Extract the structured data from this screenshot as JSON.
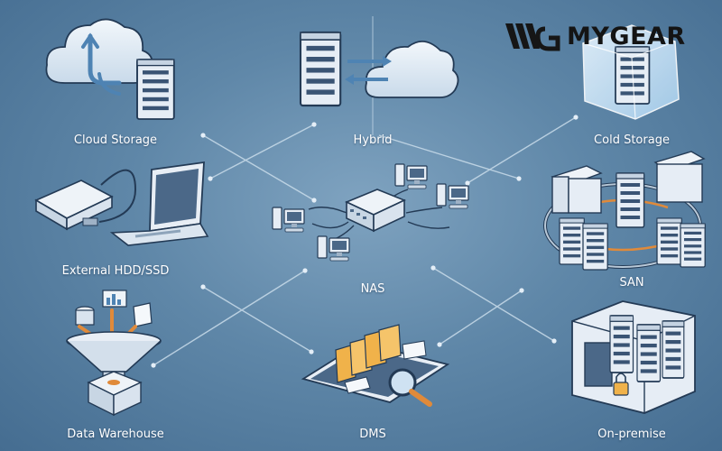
{
  "brand": {
    "name": "MYGEAR",
    "logo_icon": "wg-logo-icon"
  },
  "nodes": [
    {
      "id": "cloud-storage",
      "label": "Cloud Storage",
      "icon": "cloud-server-icon"
    },
    {
      "id": "hybrid",
      "label": "Hybrid",
      "icon": "server-cloud-sync-icon"
    },
    {
      "id": "cold-storage",
      "label": "Cold Storage",
      "icon": "frozen-server-icon"
    },
    {
      "id": "external-hdd-ssd",
      "label": "External HDD/SSD",
      "icon": "external-drive-laptop-icon"
    },
    {
      "id": "nas",
      "label": "NAS",
      "icon": "network-switch-computers-icon"
    },
    {
      "id": "san",
      "label": "SAN",
      "icon": "server-ring-icon"
    },
    {
      "id": "data-warehouse",
      "label": "Data Warehouse",
      "icon": "funnel-warehouse-icon"
    },
    {
      "id": "dms",
      "label": "DMS",
      "icon": "tablet-folders-magnifier-icon"
    },
    {
      "id": "on-premise",
      "label": "On-premise",
      "icon": "server-room-lock-icon"
    }
  ],
  "colors": {
    "background_center": "#7fa3c0",
    "background_edge": "#456d91",
    "line": "#c9dcea",
    "server": "#e8eef5",
    "outline": "#233a55"
  }
}
